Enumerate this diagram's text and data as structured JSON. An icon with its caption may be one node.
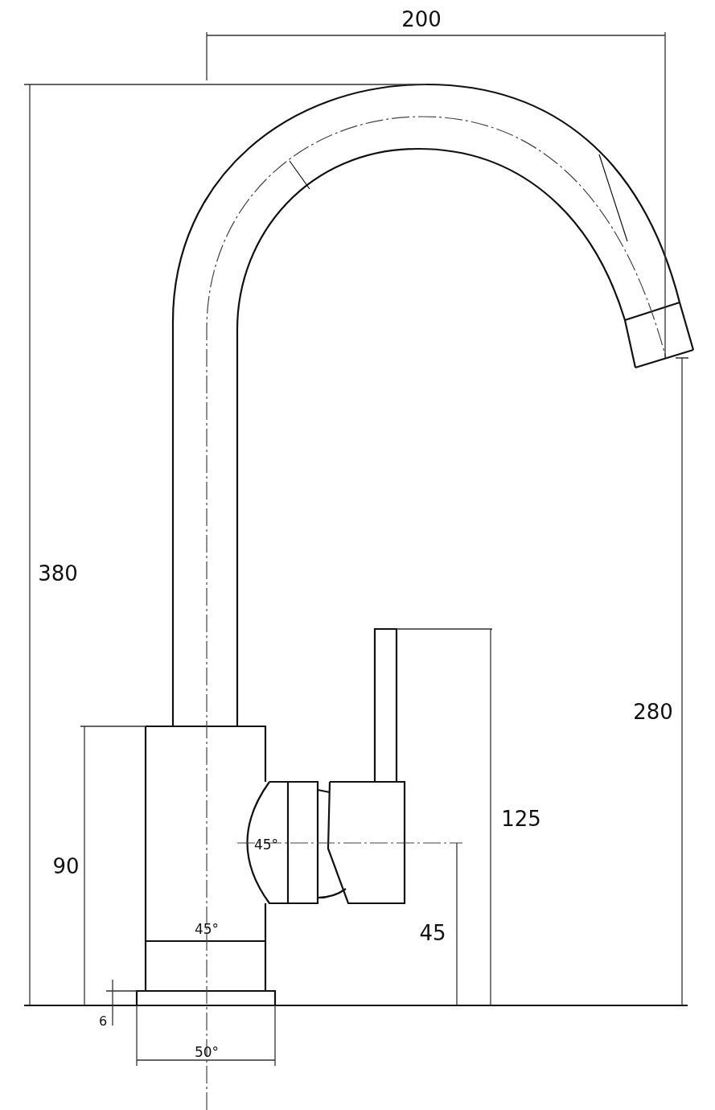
{
  "diagram": {
    "labels": [
      "200",
      "380",
      "280",
      "125",
      "45°",
      "90",
      "45°",
      "45",
      "6",
      "50°"
    ]
  }
}
